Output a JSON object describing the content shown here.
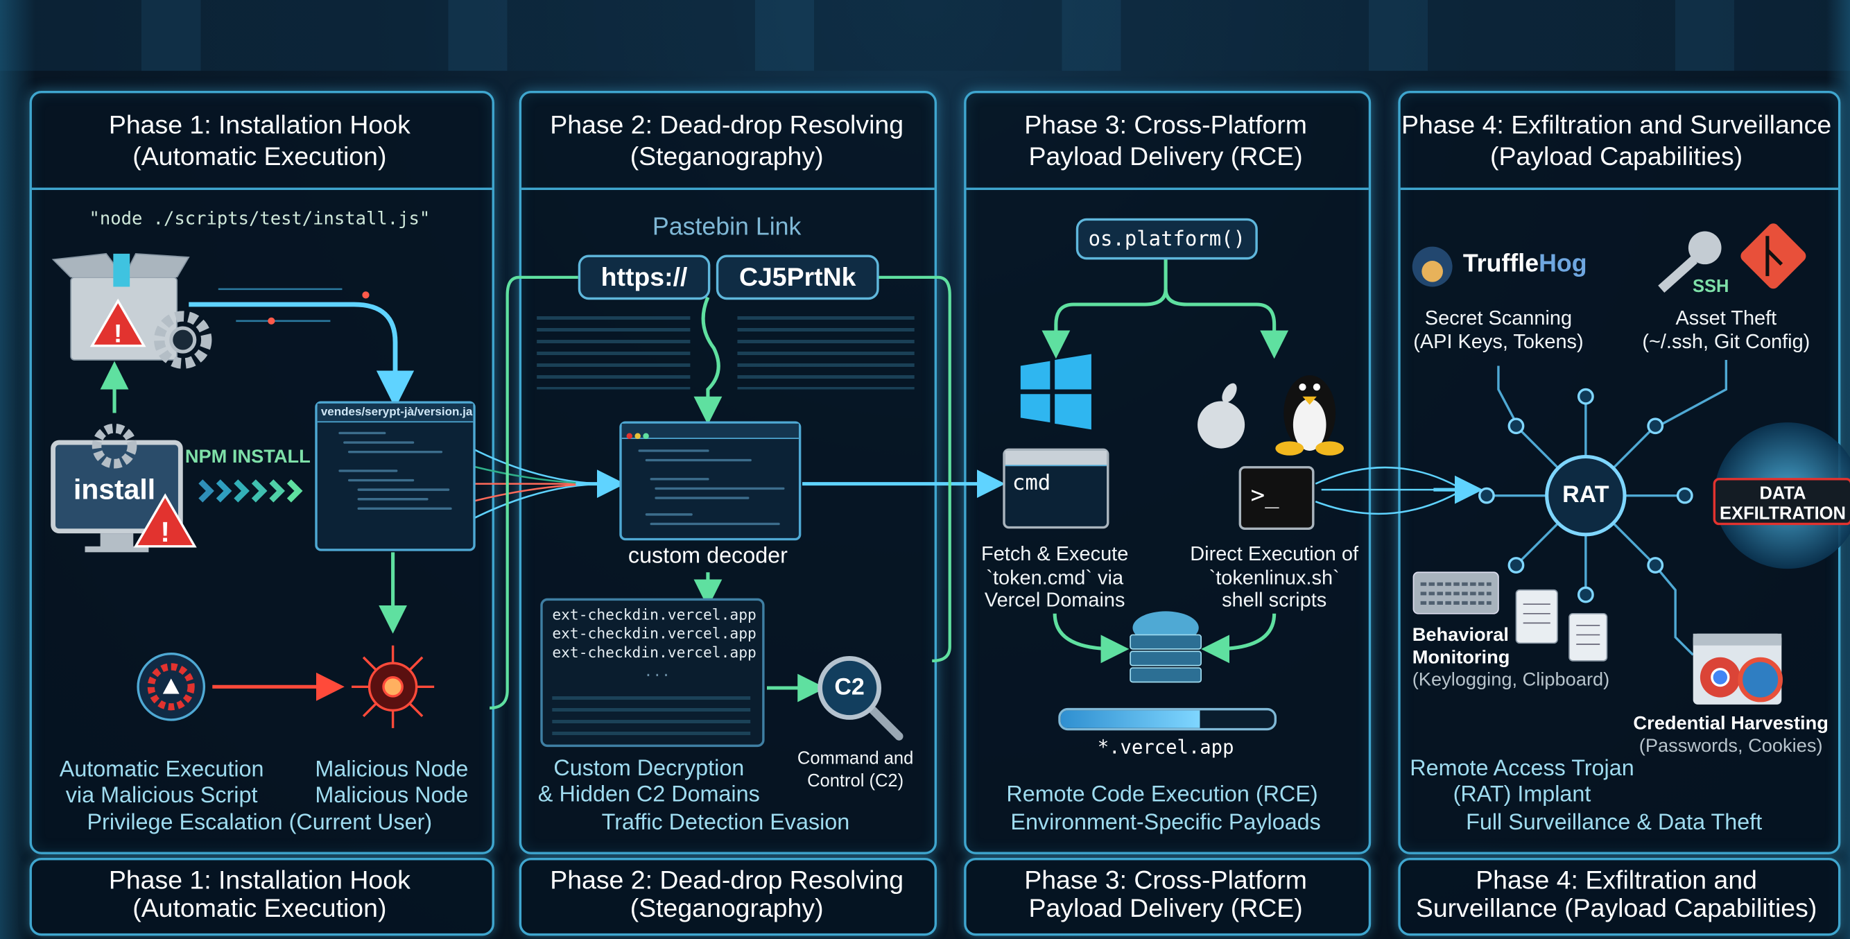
{
  "phases": [
    {
      "title_line1": "Phase 1: Installation Hook",
      "title_line2": "(Automatic Execution)",
      "command": "\"node ./scripts/test/install.js\"",
      "install_label": "install",
      "npm_label": "NPM INSTALL",
      "code_file": "vendes/serypt-jà/version.ja",
      "left_caption": [
        "Automatic Execution",
        "via Malicious Script"
      ],
      "right_caption": [
        "Malicious Node",
        "Malicious Node"
      ],
      "summary": "Privilege Escalation (Current User)",
      "footer_line1": "Phase 1: Installation Hook",
      "footer_line2": "(Automatic Execution)"
    },
    {
      "title_line1": "Phase 2: Dead-drop Resolving",
      "title_line2": "(Steganography)",
      "pastebin_label": "Pastebin Link",
      "url_left": "https://",
      "url_right": "CJ5PrtNk",
      "decoder_label": "custom decoder",
      "domains": [
        "ext-checkdin.vercel.app",
        "ext-checkdin.vercel.app",
        "ext-checkdin.vercel.app",
        "..."
      ],
      "c2_badge": "C2",
      "c2_caption": [
        "Command and",
        "Control (C2)"
      ],
      "caption": [
        "Custom Decryption",
        "& Hidden C2 Domains"
      ],
      "summary": "Traffic Detection Evasion",
      "footer_line1": "Phase 2: Dead-drop Resolving",
      "footer_line2": "(Steganography)"
    },
    {
      "title_line1": "Phase 3: Cross-Platform",
      "title_line2": "Payload Delivery (RCE)",
      "platform_call": "os.platform()",
      "cmd_label": "cmd",
      "terminal_label": ">_",
      "windows_caption": [
        "Fetch & Execute",
        "`token.cmd` via",
        "Vercel Domains"
      ],
      "unix_caption": [
        "Direct Execution of",
        "`tokenlinux.sh`",
        "shell scripts"
      ],
      "download_progress": 0.65,
      "domain": "*.vercel.app",
      "summary": [
        "Remote Code Execution (RCE)",
        "Environment-Specific Payloads"
      ],
      "footer_line1": "Phase 3: Cross-Platform",
      "footer_line2": "Payload Delivery (RCE)"
    },
    {
      "title_line1": "Phase 4: Exfiltration and Surveillance",
      "title_line2": "(Payload Capabilities)",
      "truffle_a": "Truffle",
      "truffle_b": "Hog",
      "ssh_label": "SSH",
      "secret_caption": [
        "Secret Scanning",
        "(API Keys, Tokens)"
      ],
      "asset_caption": [
        "Asset Theft",
        "(~/.ssh, Git Config)"
      ],
      "hub_label": "RAT",
      "exfil_badge": [
        "DATA",
        "EXFILTRATION"
      ],
      "behavior_caption": [
        "Behavioral",
        "Monitoring",
        "(Keylogging, Clipboard)"
      ],
      "credential_caption": [
        "Credential Harvesting",
        "(Passwords, Cookies)"
      ],
      "summary": [
        "Remote Access Trojan",
        "(RAT) Implant",
        "Full Surveillance & Data Theft"
      ],
      "footer_line1": "Phase 4: Exfiltration and",
      "footer_line2": "Surveillance (Payload Capabilities)"
    }
  ],
  "colors": {
    "accent": "#3fa6cf",
    "green": "#5fe0a0",
    "alert": "#e2332f",
    "text": "#9fdcf0"
  }
}
